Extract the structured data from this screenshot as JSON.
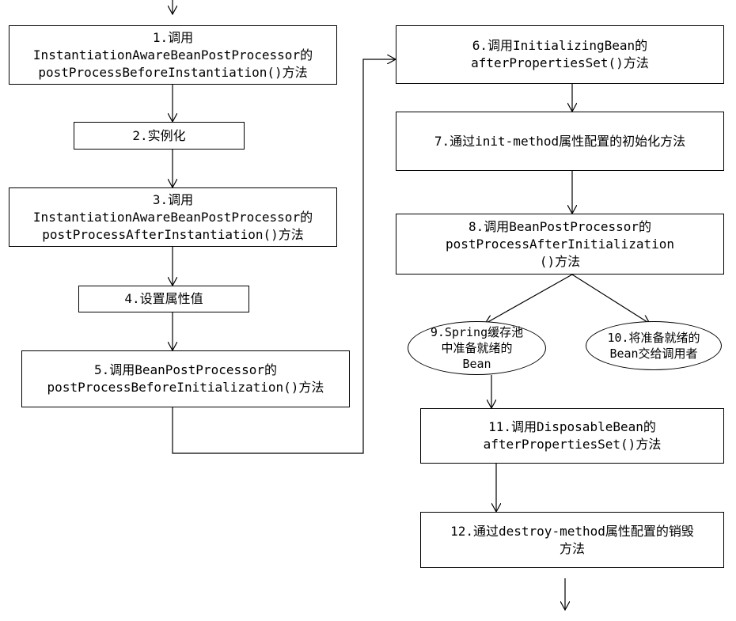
{
  "diagram": {
    "nodes": [
      {
        "id": "n1",
        "lines": [
          "1.调用",
          "InstantiationAwareBeanPostProcessor的",
          "postProcessBeforeInstantiation()方法"
        ]
      },
      {
        "id": "n2",
        "lines": [
          "2.实例化"
        ]
      },
      {
        "id": "n3",
        "lines": [
          "3.调用",
          "InstantiationAwareBeanPostProcessor的",
          "postProcessAfterInstantiation()方法"
        ]
      },
      {
        "id": "n4",
        "lines": [
          "4.设置属性值"
        ]
      },
      {
        "id": "n5",
        "lines": [
          "5.调用BeanPostProcessor的",
          "postProcessBeforeInitialization()方法"
        ]
      },
      {
        "id": "n6",
        "lines": [
          "6.调用InitializingBean的",
          "afterPropertiesSet()方法"
        ]
      },
      {
        "id": "n7",
        "lines": [
          "7.通过init-method属性配置的初始化方法"
        ]
      },
      {
        "id": "n8",
        "lines": [
          "8.调用BeanPostProcessor的",
          "postProcessAfterInitialization",
          "()方法"
        ]
      },
      {
        "id": "n9",
        "lines": [
          "9.Spring缓存池",
          "中准备就绪的",
          "Bean"
        ]
      },
      {
        "id": "n10",
        "lines": [
          "10.将准备就绪的",
          "Bean交给调用者"
        ]
      },
      {
        "id": "n11",
        "lines": [
          "11.调用DisposableBean的",
          "afterPropertiesSet()方法"
        ]
      },
      {
        "id": "n12",
        "lines": [
          "12.通过destroy-method属性配置的销毁",
          "方法"
        ]
      }
    ]
  }
}
